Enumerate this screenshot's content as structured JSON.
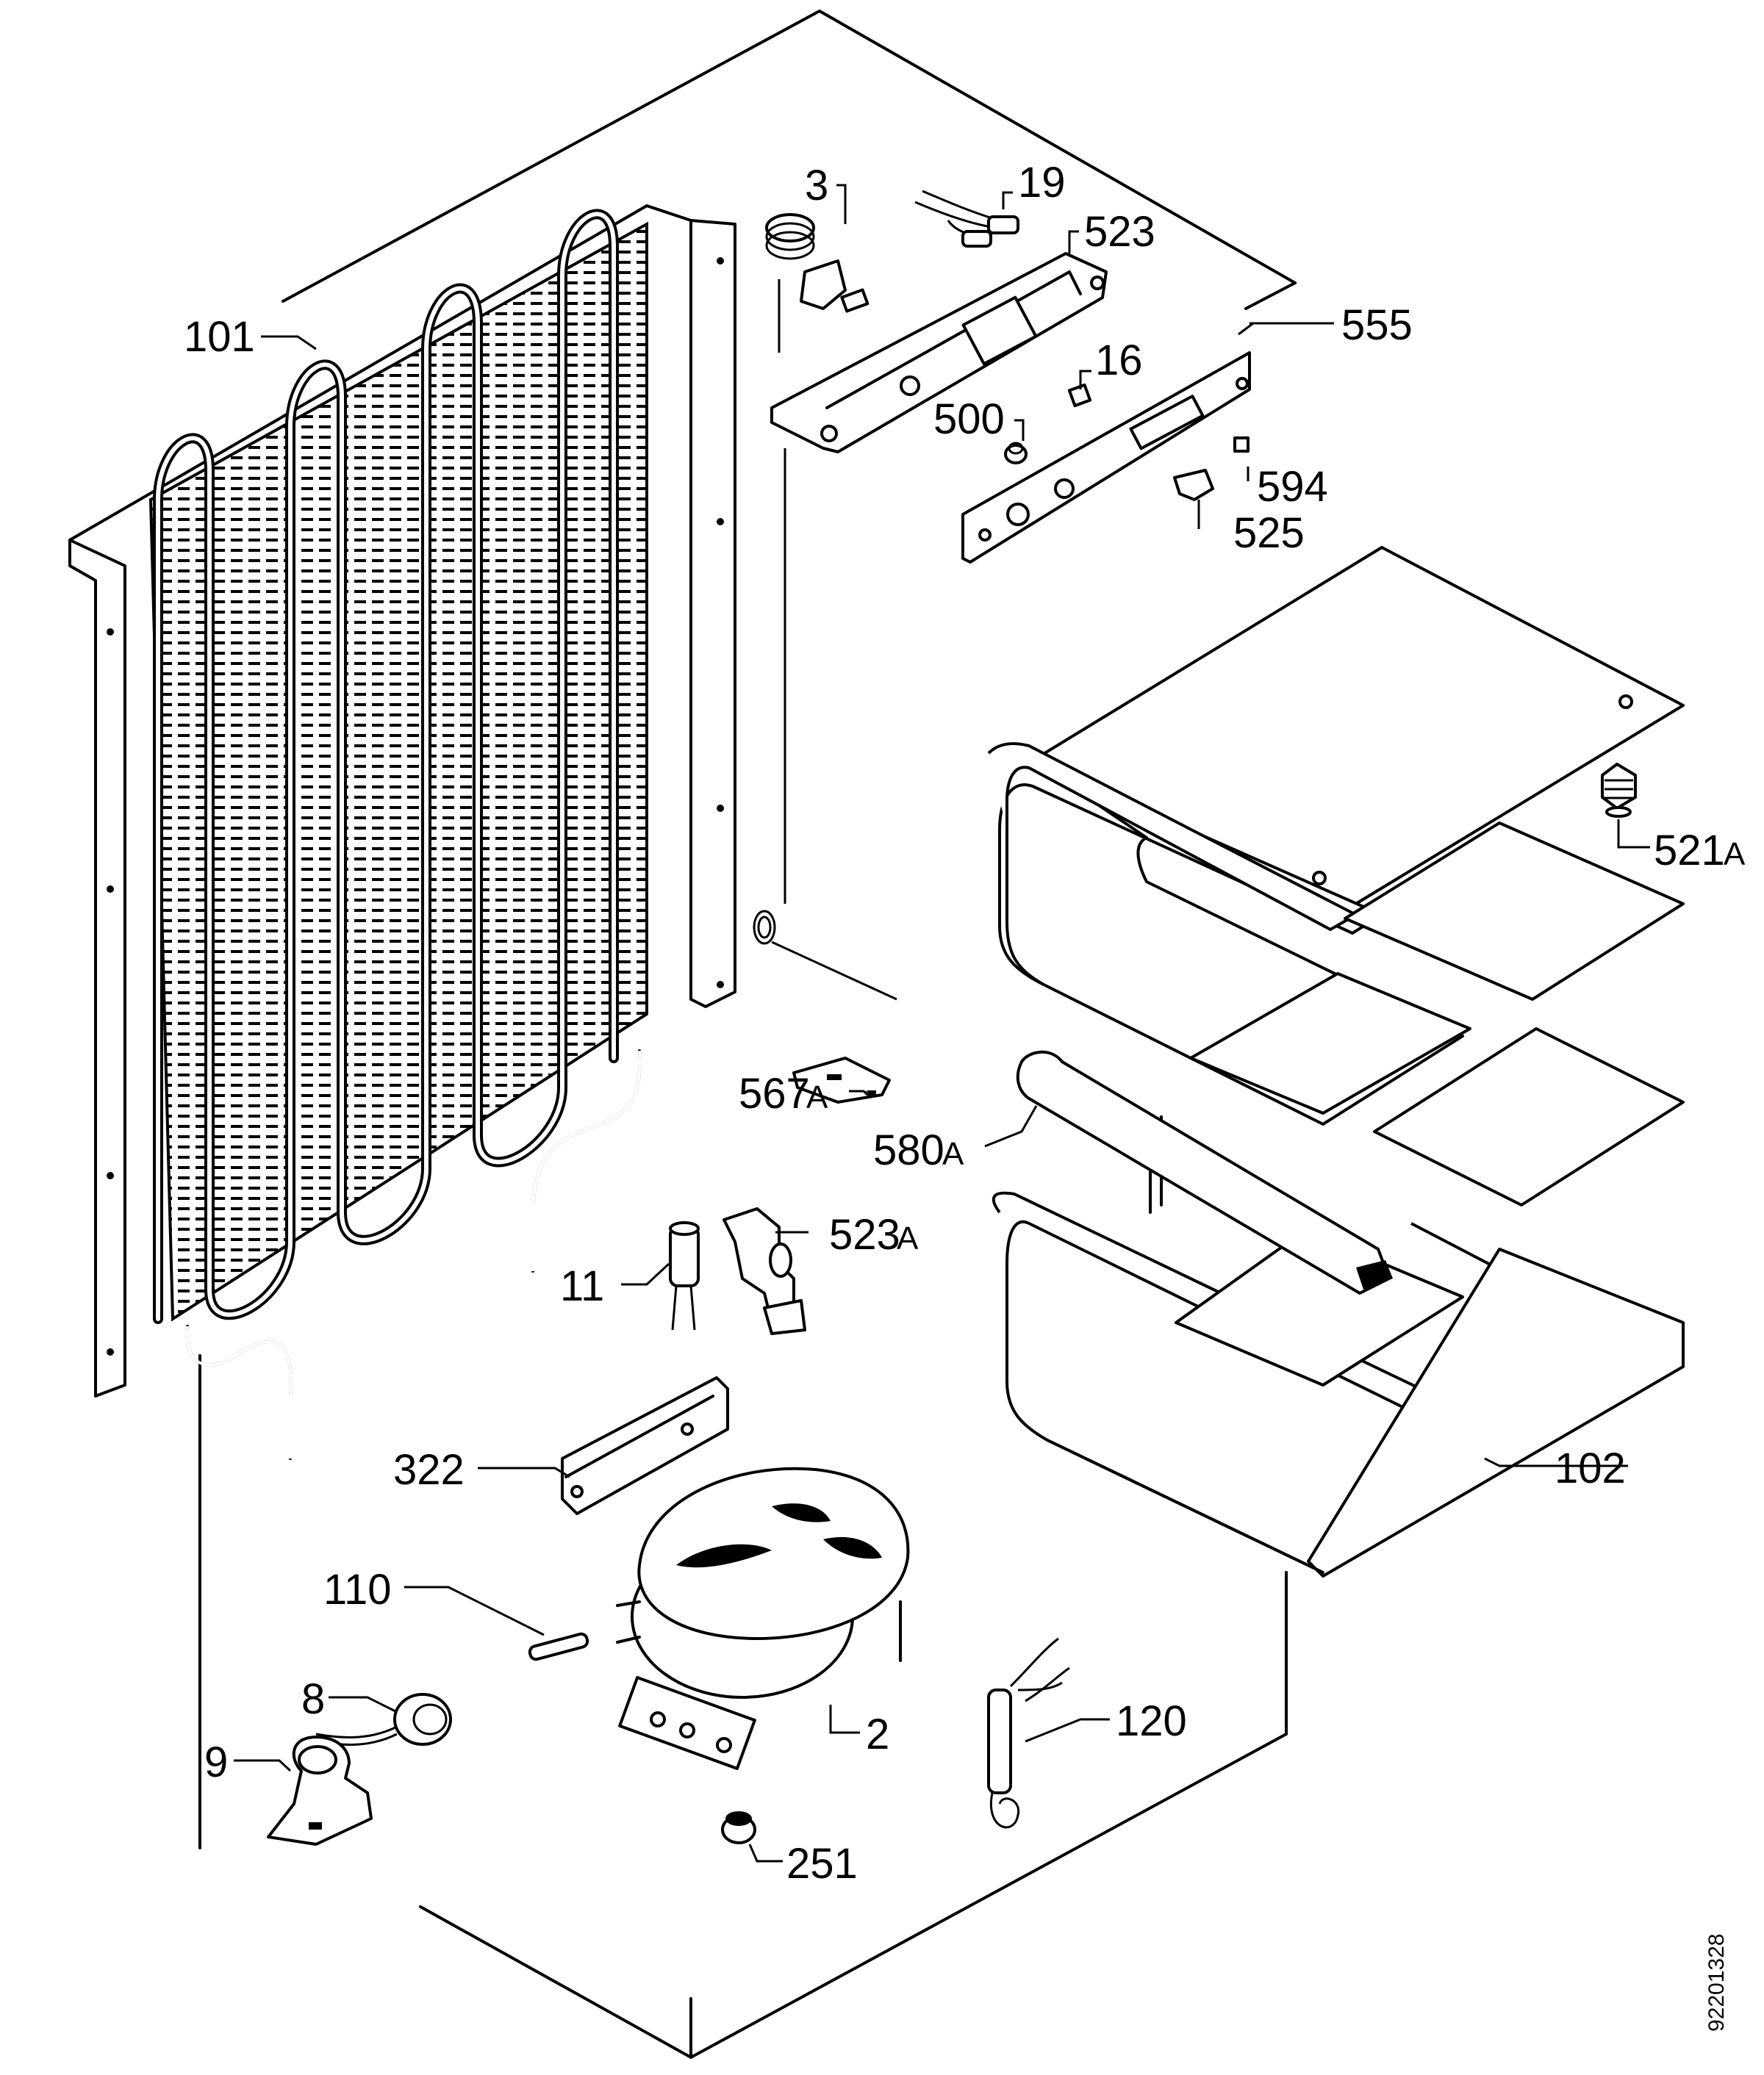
{
  "labels": {
    "c101": "101",
    "c3": "3",
    "c19": "19",
    "c523": "523",
    "c555": "555",
    "c16": "16",
    "c500": "500",
    "c594": "594",
    "c525": "525",
    "c521a": "521",
    "c567a": "567",
    "c580a": "580",
    "c523a": "523",
    "c11": "11",
    "c322": "322",
    "c102": "102",
    "c110": "110",
    "c8": "8",
    "c9": "9",
    "c2": "2",
    "c120": "120",
    "c251": "251"
  },
  "suffix_a": "A",
  "document_number": "92201328"
}
